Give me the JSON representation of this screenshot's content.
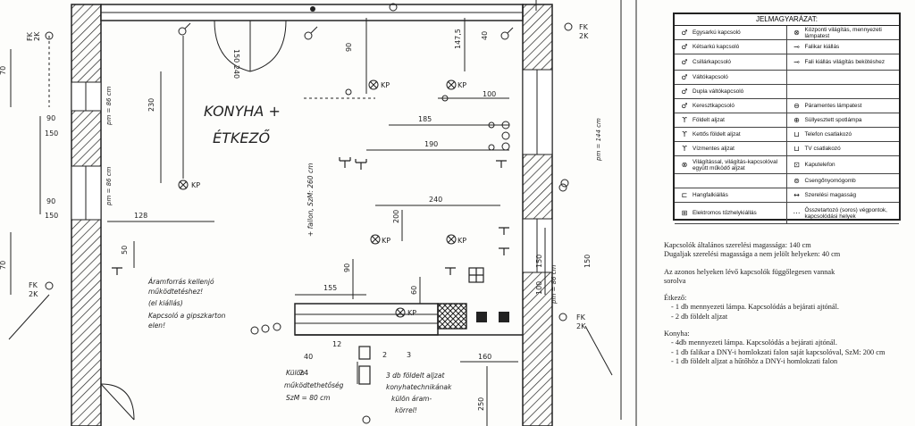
{
  "plan": {
    "room_label_1": "KONYHA +",
    "room_label_2": "ÉTKEZŐ",
    "dims": {
      "d70a": "70",
      "d90a": "90",
      "d150a": "150",
      "d90b": "90",
      "d150b": "150",
      "d70b": "70",
      "d128": "128",
      "d50": "50",
      "d230": "230",
      "d150_240": "150 240",
      "d90c": "90",
      "d155": "155",
      "d40": "40",
      "d24": "24",
      "d60": "60",
      "d1475": "147,5",
      "d40b": "40",
      "d100": "100",
      "d185": "185",
      "d190": "190",
      "d240": "240",
      "d200": "200",
      "d90d": "90",
      "d160": "160",
      "d250": "250",
      "d150r": "150",
      "d100r": "100",
      "d150r2": "150",
      "d12": "12",
      "d2": "2",
      "d3": "3"
    },
    "parapet": {
      "left_top": "pm = 86 cm",
      "left_mid": "pm = 86 cm",
      "right": "pm = 144 cm",
      "right_low": "pm = 86 cm"
    },
    "kp": {
      "kp1": "KP",
      "kp2": "KP",
      "kp3": "KP",
      "kp4": "KP",
      "kp5": "KP",
      "kp6": "KP"
    },
    "side": {
      "fk_tl": "FK",
      "fk_ml": "FK",
      "fk_tr": "FK",
      "fk_mr": "FK",
      "fk_tl2": "2K",
      "fk_ml2": "2K",
      "fk_tr2": "2K",
      "fk_mr2": "2K"
    },
    "notes_hand": {
      "ceiling": "+ fallon, SzM: 260 cm",
      "power_line1": "Áramforrás kellenjó",
      "power_line2": "működtetéshez!",
      "power_line3": "(el kiállás)",
      "power_line4": "Kapcsoló a gipszkarton",
      "power_line5": "elen!",
      "wall_line1": "Külön",
      "wall_line2": "működtethetőség",
      "wall_line3": "SzM = 80 cm",
      "sockets_line1": "3 db földelt aljzat",
      "sockets_line2": "konyhatechnikának",
      "sockets_line3": "külön áram-",
      "sockets_line4": "körrel!"
    }
  },
  "legend": {
    "title": "JELMAGYARÁZAT:",
    "rows": [
      {
        "left_sym": "♂",
        "left": "Egysarkú kapcsoló",
        "right_sym": "⊗",
        "right": "Központi világítás, mennyezeti lámpatest"
      },
      {
        "left_sym": "♂",
        "left": "Kétsarkú kapcsoló",
        "right_sym": "⊸",
        "right": "Falikar kiállás"
      },
      {
        "left_sym": "♂",
        "left": "Csillárkapcsoló",
        "right_sym": "⊸",
        "right": "Fali kiállás világítás bekötéshez"
      },
      {
        "left_sym": "♂",
        "left": "Váltókapcsoló",
        "right_sym": "",
        "right": ""
      },
      {
        "left_sym": "♂",
        "left": "Dupla váltókapcsoló",
        "right_sym": "",
        "right": ""
      },
      {
        "left_sym": "♂",
        "left": "Keresztkapcsoló",
        "right_sym": "⊖",
        "right": "Páramentes lámpatest"
      },
      {
        "left_sym": "ϒ",
        "left": "Földelt aljzat",
        "right_sym": "⊕",
        "right": "Süllyesztett spotlámpa"
      },
      {
        "left_sym": "ϒ",
        "left": "Kettős földelt aljzat",
        "right_sym": "⊔",
        "right": "Telefon csatlakozó"
      },
      {
        "left_sym": "ϒ",
        "left": "Vízmentes aljzat",
        "right_sym": "⊔",
        "right": "TV csatlakozó"
      },
      {
        "left_sym": "⊗",
        "left": "Világítással, világítás-kapcsolóval együtt működő aljzat",
        "right_sym": "⊡",
        "right": "Kaputelefon"
      },
      {
        "left_sym": "",
        "left": "",
        "right_sym": "⊚",
        "right": "Csengőnyomógomb"
      },
      {
        "left_sym": "⊏",
        "left": "Hangfalkiállás",
        "right_sym": "↔",
        "right": "Szerelési magasság"
      },
      {
        "left_sym": "⊞",
        "left": "Elektromos tűzhelykiállás",
        "right_sym": "⋯",
        "right": "Összetartozó (soros) végpontok, kapcsolódási helyek"
      }
    ]
  },
  "notes": {
    "line1": "Kapcsolók általános szerelési magassága: 140 cm",
    "line2": "Dugaljak szerelési magassága a nem jelölt helyeken: 40 cm",
    "line3": "Az azonos helyeken lévő kapcsolók függőlegesen vannak",
    "line4": "sorolva",
    "etkezo_title": "Étkező:",
    "etkezo_items": [
      "1 db mennyezeti lámpa. Kapcsolódás a bejárati ajtónál.",
      "2 db földelt aljzat"
    ],
    "konyha_title": "Konyha:",
    "konyha_items": [
      "4db mennyezeti lámpa. Kapcsolódás a bejárati ajtónál.",
      "1 db falikar a DNY-i homlokzati falon saját kapcsolóval, SzM: 200 cm",
      "1 db földelt aljzat a hűtőhöz a DNY-i homlokzati falon"
    ]
  }
}
